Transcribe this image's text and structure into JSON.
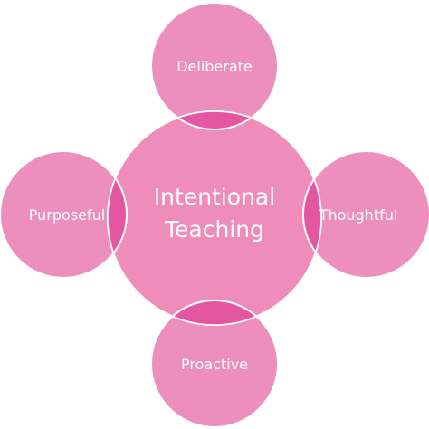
{
  "diagram": {
    "center_line1": "Intentional",
    "center_line2": "Teaching",
    "top_label": "Deliberate",
    "right_label": "Thoughtful",
    "bottom_label": "Proactive",
    "left_label": "Purposeful"
  },
  "colors": {
    "background": "#ffffff",
    "outer_fill": "#ec8fbc",
    "center_fill": "#ee8cba",
    "overlap_fill": "#e456a0",
    "text": "#ffffff"
  }
}
